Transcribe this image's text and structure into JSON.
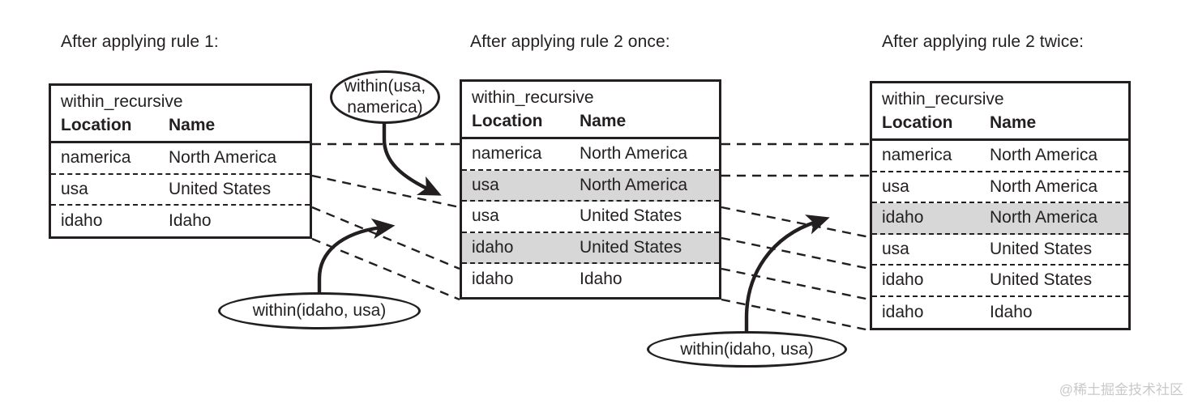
{
  "page": {
    "watermark": "@稀土掘金技术社区",
    "accent_color": "#231f20",
    "highlight_color": "#d7d7d7",
    "background": "#ffffff"
  },
  "panels": [
    {
      "title": "After applying rule 1:",
      "table": {
        "name": "within_recursive",
        "columns": [
          "Location",
          "Name"
        ],
        "rows": [
          {
            "location": "namerica",
            "name": "North America",
            "highlighted": false
          },
          {
            "location": "usa",
            "name": "United States",
            "highlighted": false
          },
          {
            "location": "idaho",
            "name": "Idaho",
            "highlighted": false
          }
        ]
      }
    },
    {
      "title": "After applying rule 2 once:",
      "table": {
        "name": "within_recursive",
        "columns": [
          "Location",
          "Name"
        ],
        "rows": [
          {
            "location": "namerica",
            "name": "North America",
            "highlighted": false
          },
          {
            "location": "usa",
            "name": "North America",
            "highlighted": true
          },
          {
            "location": "usa",
            "name": "United States",
            "highlighted": false
          },
          {
            "location": "idaho",
            "name": "United States",
            "highlighted": true
          },
          {
            "location": "idaho",
            "name": "Idaho",
            "highlighted": false
          }
        ]
      }
    },
    {
      "title": "After applying rule 2 twice:",
      "table": {
        "name": "within_recursive",
        "columns": [
          "Location",
          "Name"
        ],
        "rows": [
          {
            "location": "namerica",
            "name": "North America",
            "highlighted": false
          },
          {
            "location": "usa",
            "name": "North America",
            "highlighted": false
          },
          {
            "location": "idaho",
            "name": "North America",
            "highlighted": true
          },
          {
            "location": "usa",
            "name": "United States",
            "highlighted": false
          },
          {
            "location": "idaho",
            "name": "United States",
            "highlighted": false
          },
          {
            "location": "idaho",
            "name": "Idaho",
            "highlighted": false
          }
        ]
      }
    }
  ],
  "callouts": [
    {
      "id": "callout-within-usa-namerica",
      "line1": "within(usa,",
      "line2": "namerica)",
      "text": "within(usa, namerica)"
    },
    {
      "id": "callout-within-idaho-usa-left",
      "line1": "within(idaho, usa)",
      "line2": "",
      "text": "within(idaho, usa)"
    },
    {
      "id": "callout-within-idaho-usa-right",
      "line1": "within(idaho, usa)",
      "line2": "",
      "text": "within(idaho, usa)"
    }
  ]
}
